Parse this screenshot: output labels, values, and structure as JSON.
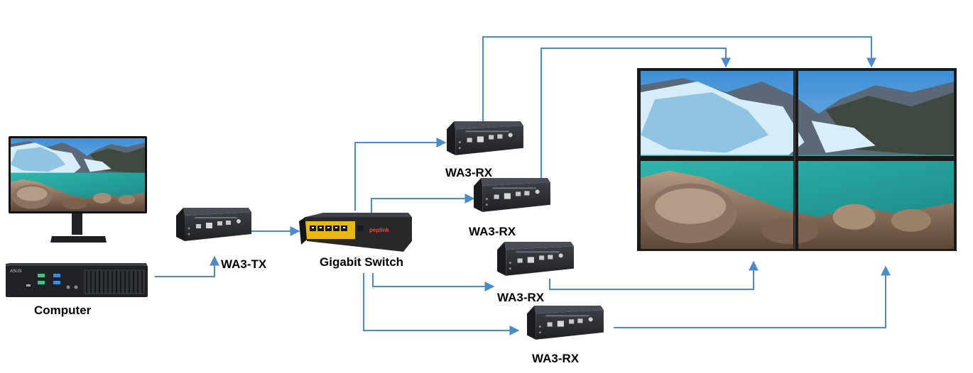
{
  "labels": {
    "computer": "Computer",
    "transmitter": "WA3-TX",
    "switch": "Gigabit Switch",
    "receiver_1": "WA3-RX",
    "receiver_2": "WA3-RX",
    "receiver_3": "WA3-RX",
    "receiver_4": "WA3-RX"
  },
  "device_brand": {
    "computer": "ASUS",
    "switch": "peplink"
  },
  "icons": [
    "monitor-icon",
    "mini-pc-icon",
    "extender-box-icon",
    "network-switch-icon",
    "video-wall-icon"
  ],
  "colors": {
    "connector": "#4a8ccb",
    "device_body": "#2d2f34",
    "switch_accent": "#e8b90f",
    "label": "#000000"
  }
}
